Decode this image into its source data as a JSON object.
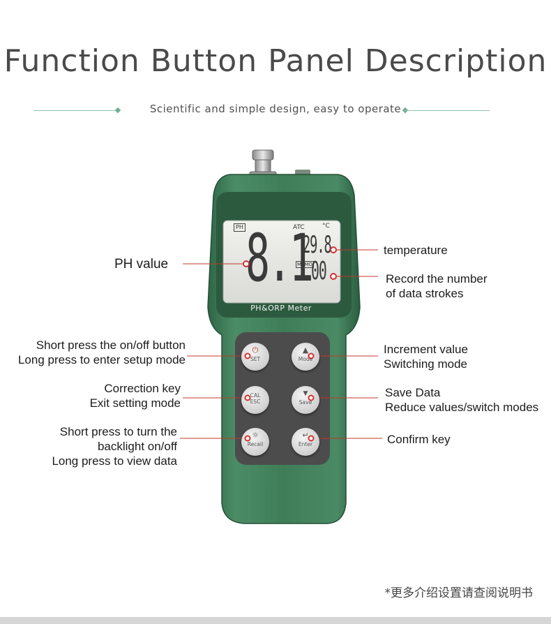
{
  "title": "Function Button Panel Description",
  "subtitle": "Scientific and simple design, easy to operate",
  "device": {
    "name": "PH&ORP Meter",
    "color": "#3f7d58",
    "lcd": {
      "mode_tag": "PH",
      "atc_label": "ATC",
      "temp_unit": "°C",
      "memo_tag": "MEMO",
      "ph_reading": "8.1",
      "temp_reading": "29.8",
      "record_count": "00"
    },
    "keys": [
      {
        "icon": "power-icon",
        "glyph": "⏻",
        "label": "SET"
      },
      {
        "icon": "up-arrow-icon",
        "glyph": "▲",
        "label": "Mode"
      },
      {
        "icon": "",
        "glyph": "",
        "label": "CAL ESC",
        "label_l1": "CAL",
        "label_l2": "ESC"
      },
      {
        "icon": "down-arrow-icon",
        "glyph": "▼",
        "label": "Save"
      },
      {
        "icon": "backlight-icon",
        "glyph": "☼",
        "label": "Recall"
      },
      {
        "icon": "enter-icon",
        "glyph": "↵",
        "label": "Enter"
      }
    ]
  },
  "annotations": {
    "ph_value": "PH value",
    "temperature": "temperature",
    "record_line1": "Record the number",
    "record_line2": "of data strokes",
    "set_line1": "Short press the on/off button",
    "set_line2": "Long press to enter setup mode",
    "mode_line1": "Increment value",
    "mode_line2": "Switching mode",
    "cal_line1": "Correction key",
    "cal_line2": "Exit setting mode",
    "save_line1": "Save Data",
    "save_line2": "Reduce values/switch modes",
    "recall_line1": "Short press to turn the",
    "recall_line2": "backlight on/off",
    "recall_line3": "Long press to view data",
    "enter_line1": "Confirm key"
  },
  "footnote": "*更多介绍设置请查阅说明书",
  "colors": {
    "accent_line": "#8fc4ad",
    "leader_line": "#c0392b",
    "marker": "#d63031",
    "device_body": "#3f7d58"
  }
}
